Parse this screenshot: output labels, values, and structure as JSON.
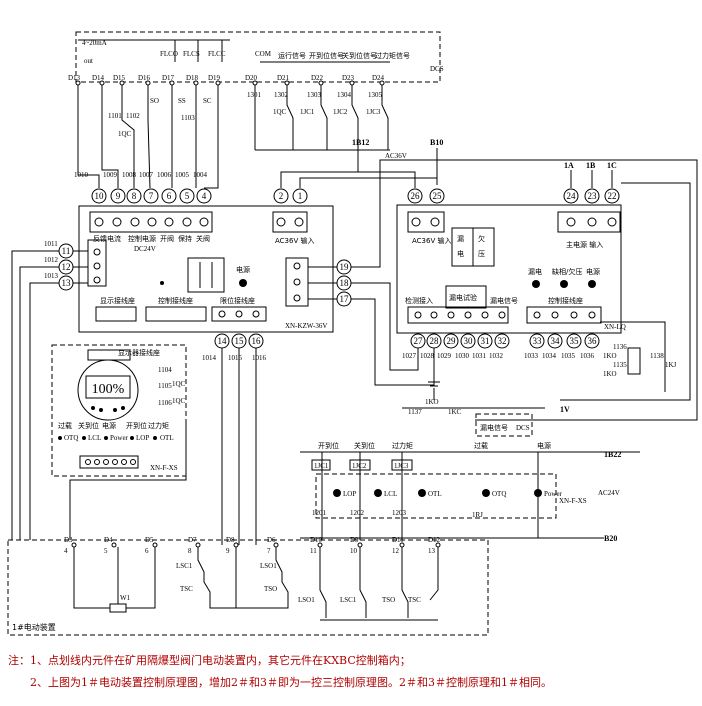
{
  "top_group": {
    "dcs": "DCS",
    "analog": "4~20mA",
    "analog_out": "out",
    "flc_labels": [
      "FLCO",
      "FLCS",
      "FLCC"
    ],
    "d_terms": [
      "D13",
      "D14",
      "D15",
      "D16",
      "D17",
      "D18",
      "D19"
    ],
    "contacts": [
      "SO",
      "SS",
      "SC"
    ],
    "codes_left": [
      "1101",
      "1102"
    ],
    "switch_1qc": "1QC",
    "wire_codes": [
      "1010",
      "1009",
      "1008",
      "1007",
      "1006",
      "1005",
      "1004",
      "1103"
    ],
    "com": "COM",
    "signals": [
      "运行信号",
      "开到位信号",
      "关到位信号",
      "过力矩信号"
    ],
    "d_terms2": [
      "D20",
      "D21",
      "D22",
      "D23",
      "D24"
    ],
    "codes_right": [
      "1301",
      "1302",
      "1303",
      "1304",
      "1305"
    ],
    "relays": [
      "1QC",
      "1JC1",
      "1JC2",
      "1JC3"
    ]
  },
  "power": {
    "b12": "1B12",
    "b10": "B10",
    "ac36": "AC36V",
    "phases": [
      "1A",
      "1B",
      "1C"
    ]
  },
  "left_module": {
    "terminals": [
      "10",
      "9",
      "8",
      "7",
      "6",
      "5",
      "4"
    ],
    "labels": [
      "反馈电流",
      "控制电源",
      "开阀",
      "保持",
      "关阀"
    ],
    "dc24": "DC24V",
    "ac_terms": [
      "2",
      "1"
    ],
    "ac_label": "AC36V 输入",
    "left_terms": [
      "11",
      "12",
      "13"
    ],
    "left_codes": [
      "1011",
      "1012",
      "1013"
    ],
    "ind": [
      "电源"
    ],
    "display_conn": "显示接线座",
    "ctrl_conn": "控制接线座",
    "limit_conn": "限位接线座",
    "model": "XN-KZW-36V",
    "limit_terms": [
      "14",
      "15",
      "16"
    ],
    "limit_codes": [
      "1014",
      "1015",
      "1016"
    ],
    "mid_terms": [
      "19",
      "18",
      "17"
    ]
  },
  "right_module": {
    "terms_top": [
      "26",
      "25"
    ],
    "ac_label": "AC36V 输入",
    "phase_terms": [
      "24",
      "23",
      "22"
    ],
    "main_power": "主电源 输入",
    "leak": [
      "漏",
      "电"
    ],
    "fault": [
      "欠",
      "压"
    ],
    "ind_labels": [
      "漏电",
      "缺相/欠压",
      "电源"
    ],
    "detect_conn": "检测接入",
    "leak_test": "漏电试验",
    "leak_signal": "漏电信号",
    "ctrl_conn": "控制接线座",
    "model": "XN-LQ",
    "bottom_terms": [
      "27",
      "28",
      "29",
      "30",
      "31",
      "32",
      "33",
      "34",
      "35",
      "36"
    ],
    "bottom_codes": [
      "1027",
      "1028",
      "1029",
      "1030",
      "1031",
      "1032",
      "1033",
      "1034",
      "1035",
      "1036"
    ],
    "side_codes": [
      "1136",
      "1135",
      "1138"
    ],
    "side_labels": [
      "1KO",
      "1KO",
      "1KJ"
    ],
    "lower_codes": [
      "1KO",
      "1137",
      "1KC"
    ],
    "dcs2": "DCS",
    "leak_sig2": "漏电信号",
    "v1": "1V"
  },
  "display": {
    "title": "显示器接线座",
    "percent": "100%",
    "codes": [
      "1104",
      "1105",
      "1106"
    ],
    "qc": [
      "1QC",
      "1QC"
    ],
    "states": [
      "过载",
      "关到位",
      "电源",
      "开到位",
      "过力矩"
    ],
    "leds": [
      "OTQ",
      "LCL",
      "Power",
      "LOP",
      "OTL"
    ],
    "model": "XN-F-XS"
  },
  "lamp_group": {
    "labels": [
      "开到位",
      "关到位",
      "过力矩",
      "过载",
      "电源"
    ],
    "relays": [
      "1JC1",
      "1JC2",
      "1JC3"
    ],
    "lamps": [
      "LOP",
      "LCL",
      "OTL",
      "OTQ",
      "Power"
    ],
    "b22": "1B22",
    "b20": "B20",
    "ac24": "AC24V",
    "model": "XN-F-XS",
    "codes": [
      "1201",
      "1202",
      "1203"
    ],
    "rj": "1RJ"
  },
  "actuator": {
    "title": "1#电动装置",
    "d_terms": [
      "D3",
      "D4",
      "D5",
      "D7",
      "D8",
      "D6",
      "D10",
      "D9",
      "D11",
      "D12"
    ],
    "nums": [
      "4",
      "5",
      "6",
      "8",
      "9",
      "7",
      "11",
      "10",
      "12",
      "13"
    ],
    "w": "W1",
    "switches": [
      "LSC1",
      "TSC",
      "LSO1",
      "TSO",
      "LSO1",
      "LSC1",
      "TSO",
      "TSC"
    ]
  },
  "notes": [
    "注：1、点划线内元件在矿用隔爆型阀门电动装置内，其它元件在KXBC控制箱内；",
    "2、上图为1＃电动装置控制原理图，增加2＃和3＃即为一控三控制原理图。2＃和3＃控制原理和1＃相同。"
  ]
}
